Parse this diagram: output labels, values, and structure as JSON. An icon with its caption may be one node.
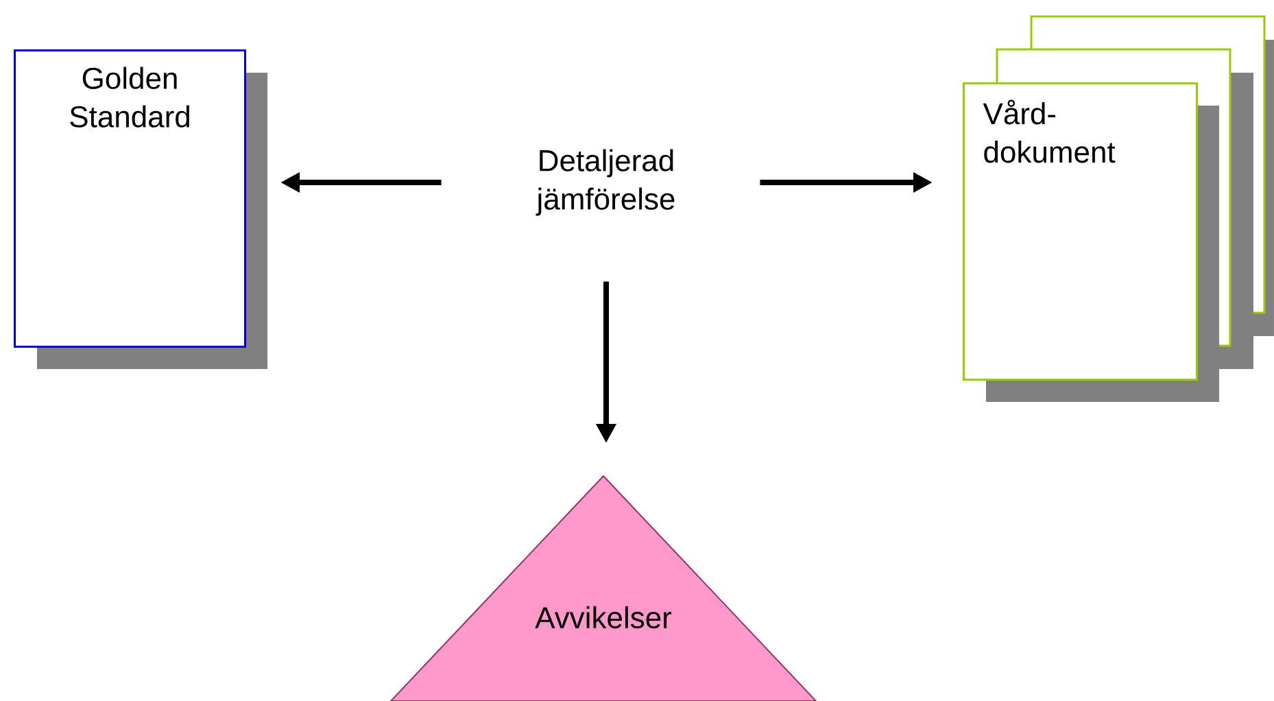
{
  "diagram": {
    "nodes": [
      {
        "text": [
          "Golden Standard"
        ]
      },
      {
        "text": [
          "Detaljerad jämförelse"
        ]
      },
      {
        "text": [
          "Vård- dokument"
        ]
      },
      {
        "text": [
          "Avvikelser"
        ]
      }
    ],
    "edges": [
      {
        "from": 1,
        "to": 0,
        "arrow": "to"
      },
      {
        "from": 1,
        "to": 2,
        "arrow": "to"
      },
      {
        "from": 1,
        "to": 3,
        "arrow": "to"
      }
    ]
  }
}
